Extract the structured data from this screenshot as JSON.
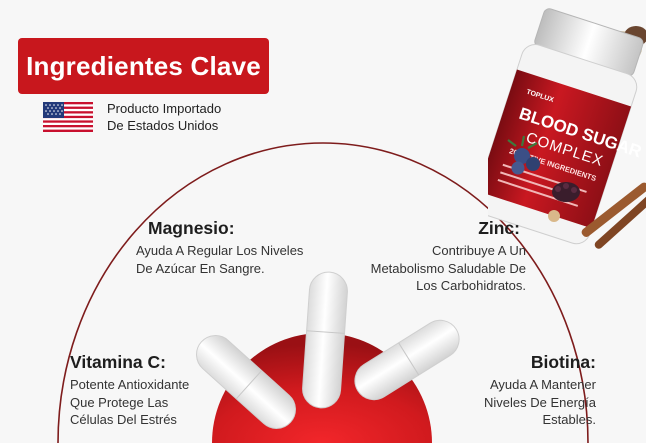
{
  "header": {
    "badge_label": "Ingredientes Clave"
  },
  "origin": {
    "lines": [
      "Producto Importado",
      "De Estados Unidos"
    ]
  },
  "ingredients": {
    "magnesio": {
      "name": "Magnesio:",
      "lines": [
        "Ayuda A Regular Los Niveles",
        "De Azúcar En Sangre."
      ]
    },
    "zinc": {
      "name": "Zinc:",
      "lines": [
        "Contribuye A Un",
        "Metabolismo Saludable De",
        "Los Carbohidratos."
      ]
    },
    "vitamina_c": {
      "name": "Vitamina C:",
      "lines": [
        "Potente Antioxidante",
        "Que Protege Las",
        "Células Del Estrés"
      ]
    },
    "biotina": {
      "name": "Biotina:",
      "lines": [
        "Ayuda A Mantener",
        "Niveles De Energía",
        "Estables."
      ]
    }
  },
  "product": {
    "brand": "TOPLUX",
    "title_line1": "BLOOD SUGAR",
    "title_line2": "COMPLEX",
    "subtitle": "20 ACTIVE INGREDIENTS"
  },
  "colors": {
    "accent": "#c8171d",
    "arc": "#7e1c1c",
    "background": "#f7f7f7"
  }
}
